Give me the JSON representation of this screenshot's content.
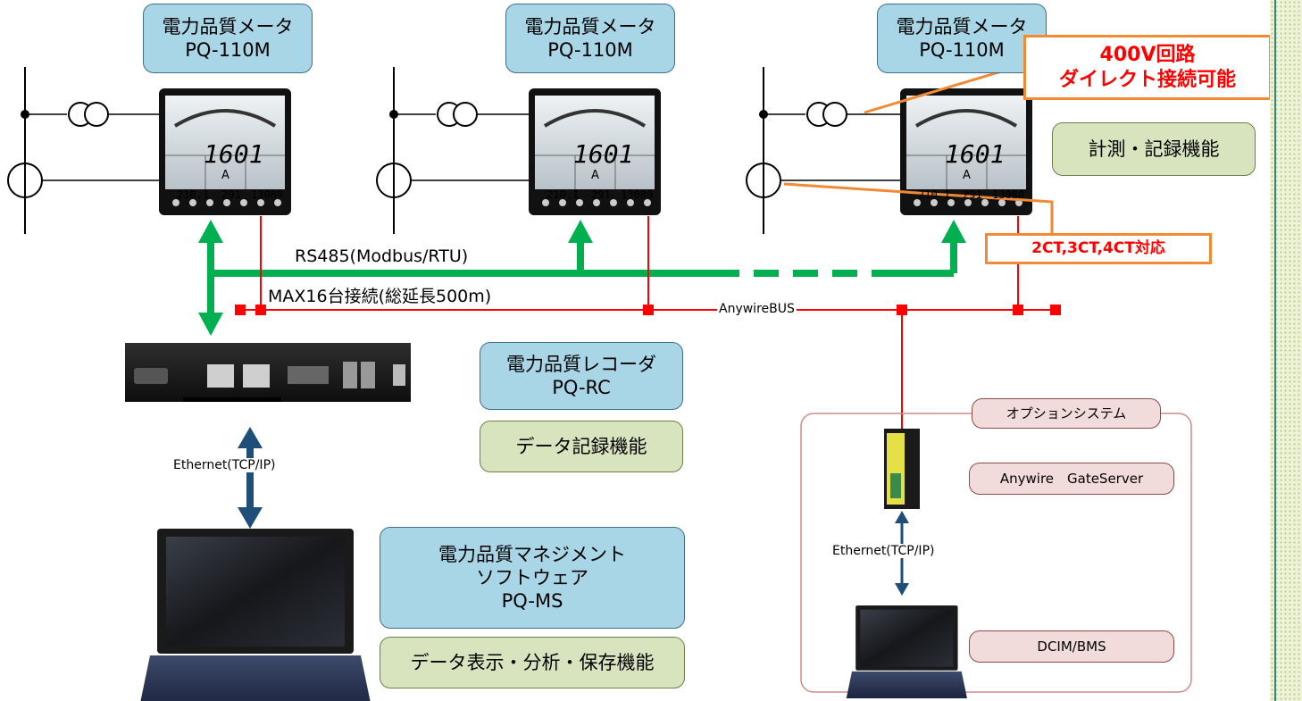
{
  "meters": [
    {
      "title": "電力品質メータ",
      "model": "PQ-110M",
      "display_value": "1601",
      "display_unit": "A",
      "sub_values": [
        "210.1",
        "291",
        "13080"
      ]
    },
    {
      "title": "電力品質メータ",
      "model": "PQ-110M",
      "display_value": "1601",
      "display_unit": "A",
      "sub_values": [
        "210.1",
        "291",
        "13080"
      ]
    },
    {
      "title": "電力品質メータ",
      "model": "PQ-110M",
      "display_value": "1601",
      "display_unit": "A",
      "sub_values": [
        "210.1",
        "291",
        "13080"
      ]
    }
  ],
  "callouts": {
    "direct_line1": "400V回路",
    "direct_line2": "ダイレクト接続可能",
    "ct": "2CT,3CT,4CT対応"
  },
  "features": {
    "measure": "計測・記録機能",
    "recorder": "データ記録機能",
    "software": "データ表示・分析・保存機能"
  },
  "bus": {
    "rs485_line1": "RS485(Modbus/RTU)",
    "rs485_line2": "MAX16台接続(総延長500m)",
    "anywire": "AnywireBUS"
  },
  "recorder": {
    "title": "電力品質レコーダ",
    "model": "PQ-RC"
  },
  "software": {
    "line1": "電力品質マネジメント",
    "line2": "ソフトウェア",
    "model": "PQ-MS"
  },
  "ethernet_label": "Ethernet(TCP/IP)",
  "option": {
    "title": "オプションシステム",
    "gateway": "Anywire　GateServer",
    "ethernet": "Ethernet(TCP/IP)",
    "dcim": "DCIM/BMS"
  },
  "colors": {
    "green_link": "#00b050",
    "red_bus": "#ff0000",
    "ethernet_arrow": "#1f4e79",
    "callout": "#f08a34"
  }
}
